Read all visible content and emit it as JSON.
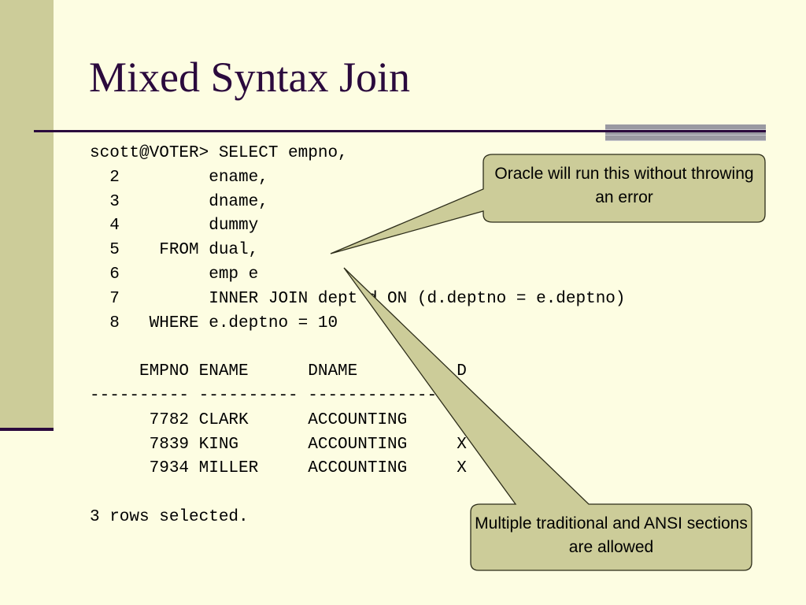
{
  "slide": {
    "title": "Mixed Syntax Join"
  },
  "code_lines": [
    "scott@VOTER> SELECT empno,",
    "  2         ename,",
    "  3         dname,",
    "  4         dummy",
    "  5    FROM dual,",
    "  6         emp e",
    "  7         INNER JOIN dept d ON (d.deptno = e.deptno)",
    "  8   WHERE e.deptno = 10",
    "",
    "     EMPNO ENAME      DNAME          D",
    "---------- ---------- -------------- -",
    "      7782 CLARK      ACCOUNTING     X",
    "      7839 KING       ACCOUNTING     X",
    "      7934 MILLER     ACCOUNTING     X",
    "",
    "3 rows selected."
  ],
  "callouts": {
    "top": "Oracle will run this without throwing an error",
    "bottom": "Multiple traditional and ANSI sections are allowed"
  },
  "colors": {
    "background": "#fdfde2",
    "sidebar": "#cccc99",
    "title_text": "#2b0a3d",
    "callout_fill": "#cccc99",
    "callout_border": "#2d2d1a"
  }
}
